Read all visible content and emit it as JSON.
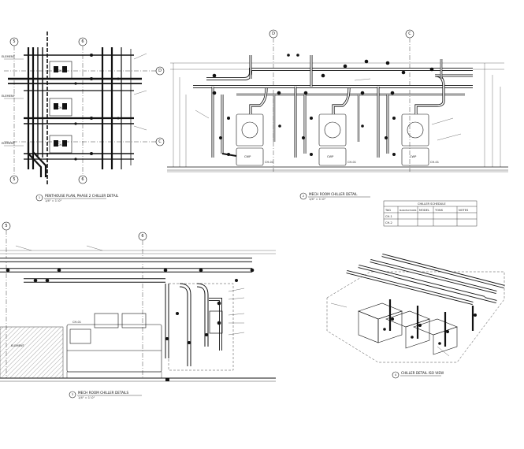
{
  "sheet": {
    "title_labels": [
      {
        "id": "d1",
        "text": "PENTHOUSE PLAN, PHASE 2 CHILLER DETAIL",
        "scale": "1/4\" = 1'-0\"",
        "num": "1"
      },
      {
        "id": "d2",
        "text": "MECH ROOM CHILLER DETAIL",
        "scale": "1/4\" = 1'-0\"",
        "num": "2"
      },
      {
        "id": "d3",
        "text": "MECH ROOM CHILLER DETAILS",
        "scale": "1/4\" = 1'-0\"",
        "num": "3"
      },
      {
        "id": "d4",
        "text": "CHILLER DETAIL ISO VIEW",
        "scale": "",
        "num": "4"
      }
    ],
    "grid_bubbles": {
      "d1_top": [
        "5",
        "6"
      ],
      "d1_bottom": [
        "5",
        "6"
      ],
      "d1_side": [
        "D",
        "C"
      ],
      "d2_top": [
        "D",
        "C"
      ],
      "d3_top": [
        "5",
        "6"
      ]
    },
    "equipment_tags": {
      "chiller": "CH-01",
      "pump": "CWP",
      "elevation": "ELEMENT"
    },
    "schedule": {
      "title": "CHILLER SCHEDULE",
      "rows": [
        [
          "TAG",
          "MANUFACTURER",
          "MODEL",
          "TONS",
          "NOTES"
        ],
        [
          "CH-1",
          "",
          "",
          "",
          ""
        ],
        [
          "CH-2",
          "",
          "",
          "",
          ""
        ]
      ]
    }
  }
}
